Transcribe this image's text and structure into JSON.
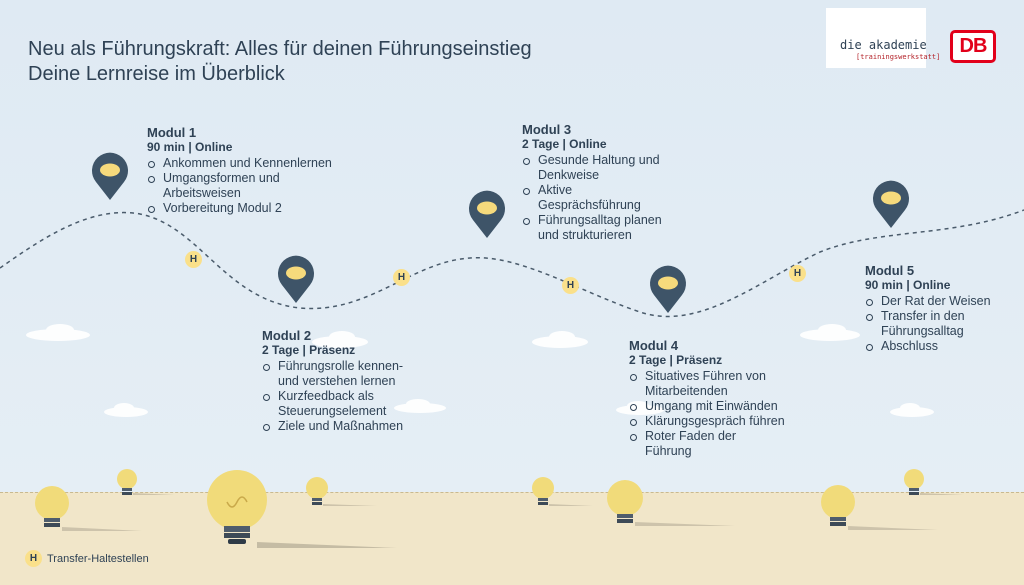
{
  "title": {
    "line1": "Neu als Führungskraft: Alles für deinen Führungseinstieg",
    "line2": "Deine Lernreise im Überblick"
  },
  "logos": {
    "akademie_name": "die akademie",
    "akademie_sub": "[trainingswerkstatt]",
    "db": "DB"
  },
  "modules": [
    {
      "title": "Modul 1",
      "duration": "90 min | Online",
      "items": [
        "Ankommen und Kennenlernen",
        "Umgangsformen und Arbeitsweisen",
        "Vorbereitung Modul 2"
      ]
    },
    {
      "title": "Modul 2",
      "duration": "2 Tage | Präsenz",
      "items": [
        "Führungsrolle kennen- und verstehen lernen",
        "Kurzfeedback als Steuerungselement",
        "Ziele und Maßnahmen"
      ]
    },
    {
      "title": "Modul 3",
      "duration": "2 Tage | Online",
      "items": [
        "Gesunde Haltung und Denkweise",
        "Aktive Gesprächsführung",
        "Führungsalltag planen und strukturieren"
      ]
    },
    {
      "title": "Modul 4",
      "duration": "2 Tage | Präsenz",
      "items": [
        "Situatives Führen von Mitarbeitenden",
        "Umgang mit Einwänden",
        "Klärungsgespräch führen",
        "Roter Faden der Führung"
      ]
    },
    {
      "title": "Modul 5",
      "duration": "90 min | Online",
      "items": [
        "Der Rat der Weisen",
        "Transfer in den Führungsalltag",
        "Abschluss"
      ]
    }
  ],
  "stop_badge": "H",
  "legend": {
    "badge": "H",
    "label": "Transfer-Haltestellen"
  }
}
